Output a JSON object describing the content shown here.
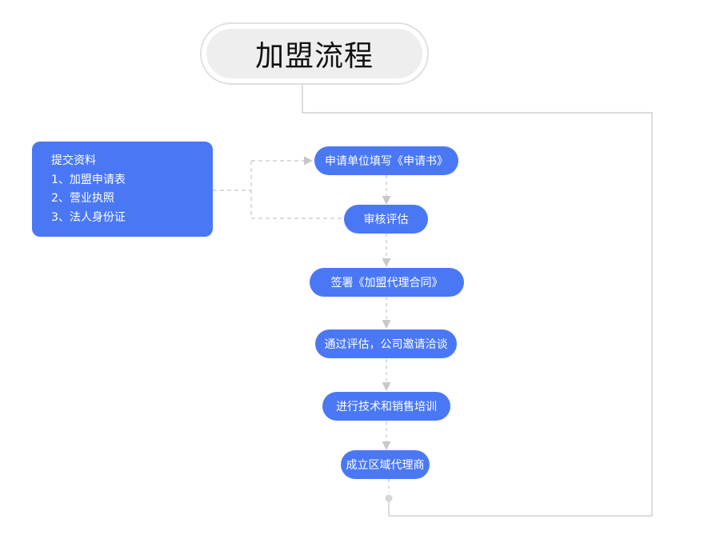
{
  "title": "加盟流程",
  "materials": {
    "heading": "提交资料",
    "items": [
      "1、加盟申请表",
      "2、营业执照",
      "3、法人身份证"
    ]
  },
  "steps": [
    "申请单位填写《申请书》",
    "审核评估",
    "签署《加盟代理合同》",
    "通过评估，公司邀请洽谈",
    "进行技术和销售培训",
    "成立区域代理商"
  ],
  "colors": {
    "node_fill": "#4a78f5",
    "title_fill": "#eeeeee",
    "title_border": "#e0e0e0",
    "connector": "#c8c8c8"
  }
}
